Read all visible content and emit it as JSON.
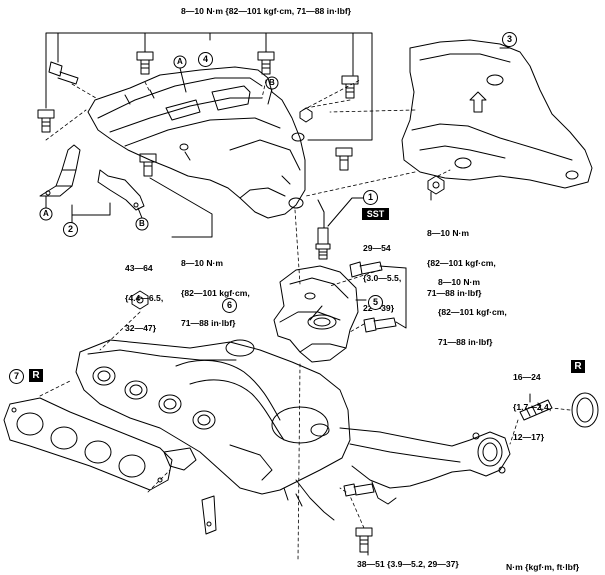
{
  "torque_top": "8—10 N·m {82—101 kgf·cm, 71—88 in·lbf}",
  "torque_heatshield3": [
    "8—10 N·m",
    "{82—101 kgf·cm,",
    "71—88 in·lbf}"
  ],
  "torque_bracket": [
    "8—10 N·m",
    "{82—101 kgf·cm,",
    "71—88 in·lbf}"
  ],
  "torque_sensor": [
    "29—54",
    "{3.0—5.5,",
    "22—39}"
  ],
  "torque_shield5": [
    "8—10 N·m",
    "{82—101 kgf·cm,",
    "71—88 in·lbf}"
  ],
  "torque_nut": [
    "43—64",
    "{4.4—6.5,",
    "32—47}"
  ],
  "torque_stud": [
    "16—24",
    "{1.7—2.4,",
    "12—17}"
  ],
  "torque_bottom": "38—51 {3.9—5.2, 29—37}",
  "units_note": "N·m {kgf·m, ft·lbf}",
  "tag_sst": "SST",
  "tag_replace": "R",
  "callouts": [
    "1",
    "2",
    "3",
    "4",
    "5",
    "6",
    "7"
  ],
  "letter_a": "A",
  "letter_b": "B"
}
